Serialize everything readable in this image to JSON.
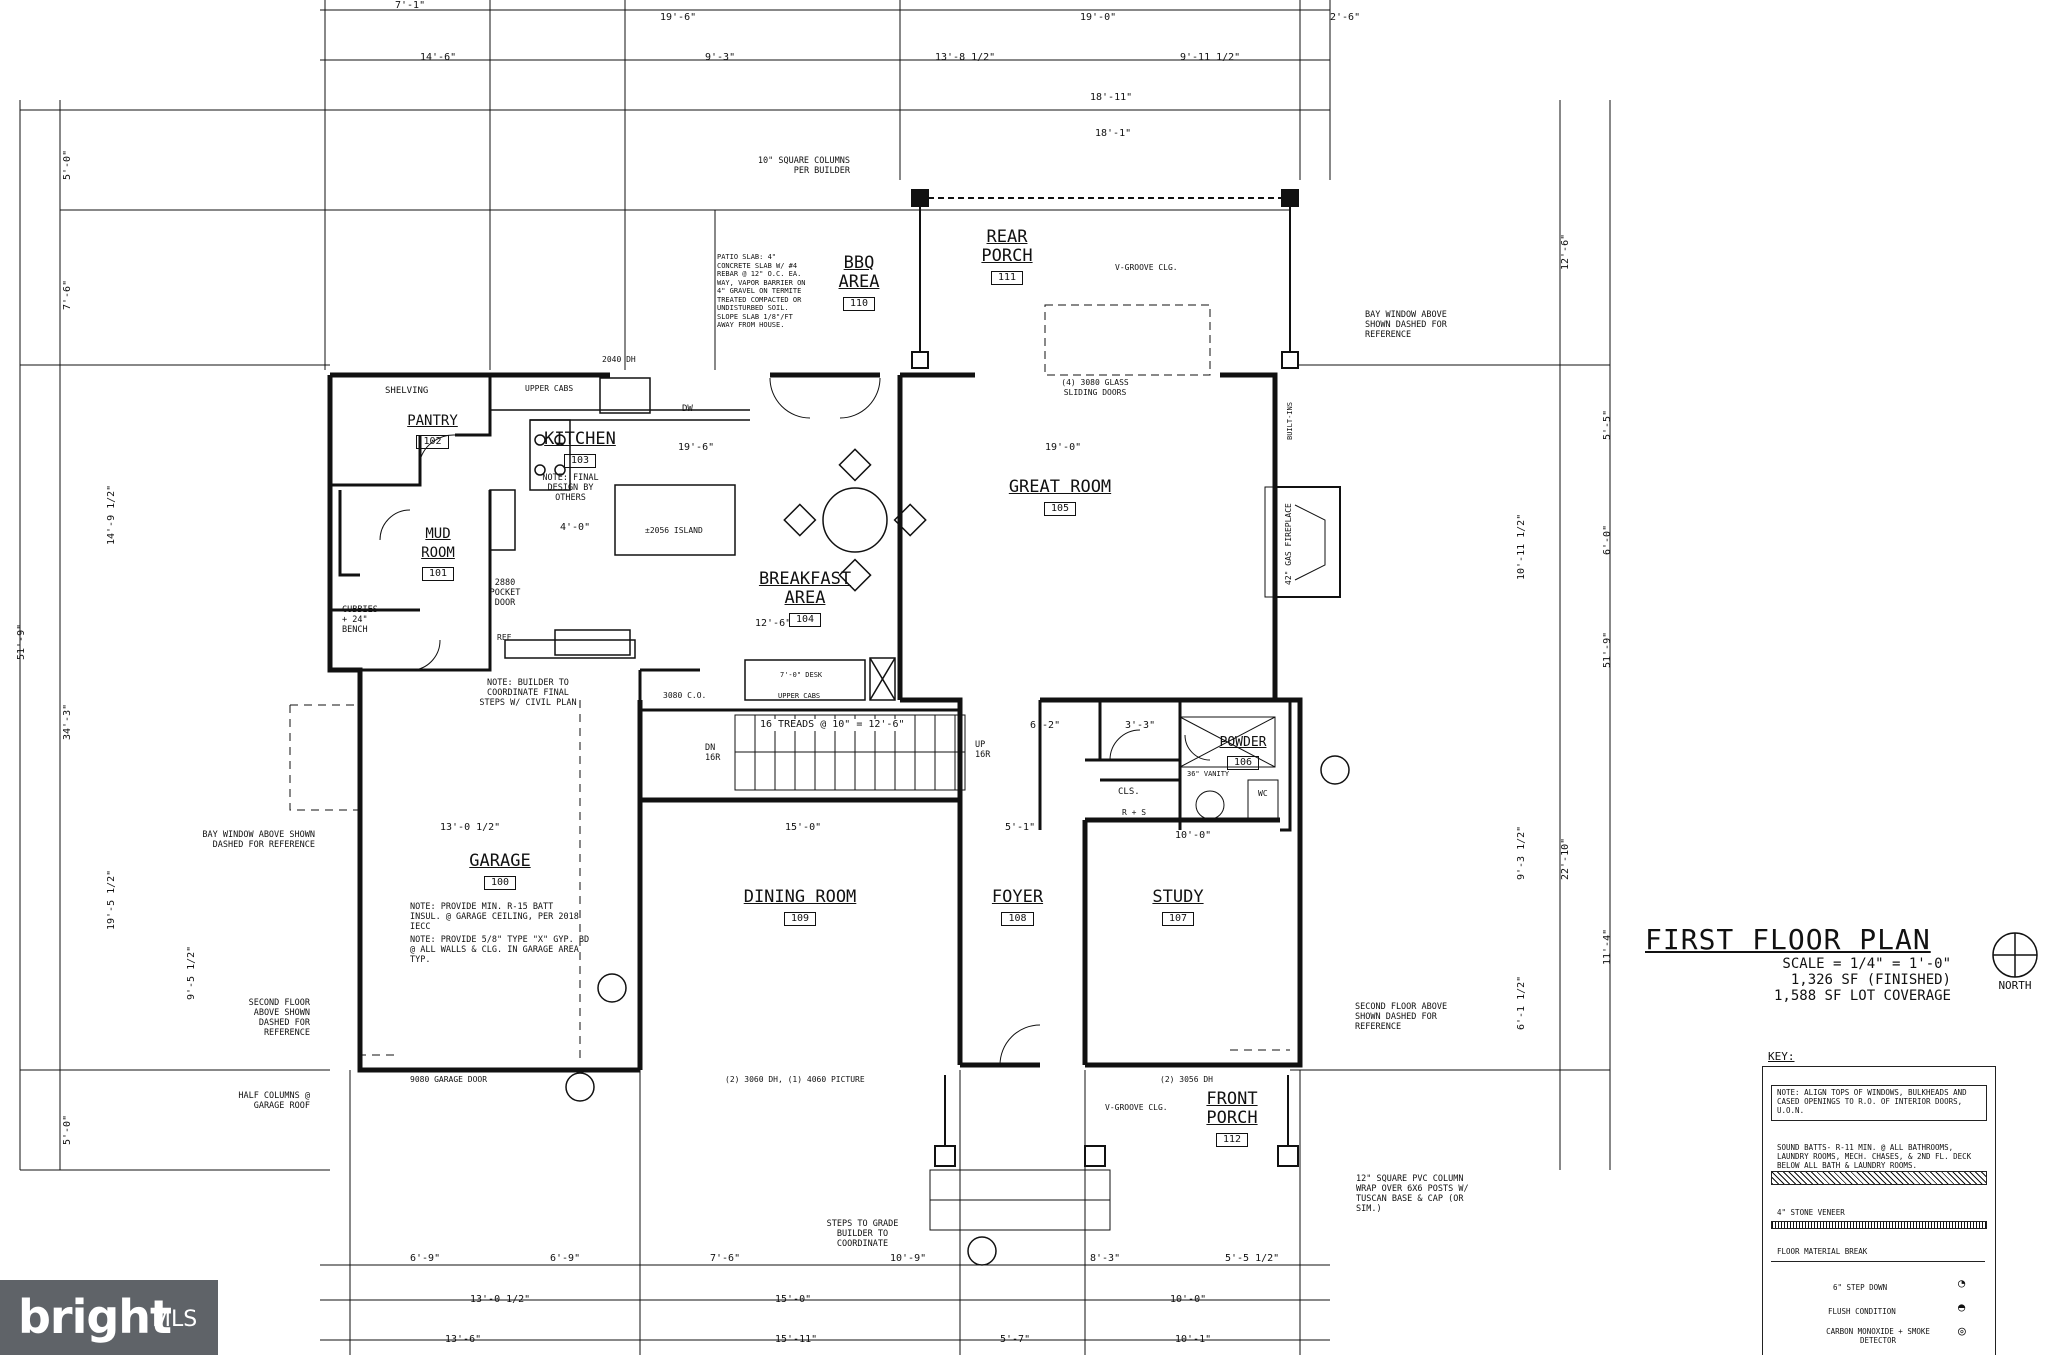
{
  "title": {
    "name": "FIRST FLOOR PLAN",
    "scale": "SCALE = 1/4\" = 1'-0\"",
    "finished_sf": "1,326 SF (FINISHED)",
    "lot_coverage": "1,588 SF LOT COVERAGE",
    "north": "NORTH"
  },
  "rooms": {
    "rear_porch": {
      "name": "REAR PORCH",
      "num": "111"
    },
    "bbq": {
      "name": "BBQ AREA",
      "num": "110"
    },
    "pantry": {
      "name": "PANTRY",
      "num": "102"
    },
    "kitchen": {
      "name": "KITCHEN",
      "num": "103"
    },
    "great_room": {
      "name": "GREAT ROOM",
      "num": "105"
    },
    "mud_room": {
      "name": "MUD ROOM",
      "num": "101"
    },
    "breakfast": {
      "name": "BREAKFAST AREA",
      "num": "104"
    },
    "powder": {
      "name": "POWDER",
      "num": "106"
    },
    "garage": {
      "name": "GARAGE",
      "num": "100"
    },
    "dining": {
      "name": "DINING ROOM",
      "num": "109"
    },
    "foyer": {
      "name": "FOYER",
      "num": "108"
    },
    "study": {
      "name": "STUDY",
      "num": "107"
    },
    "front_porch": {
      "name": "FRONT PORCH",
      "num": "112"
    }
  },
  "labels": {
    "shelving": "SHELVING",
    "upper_cabs": "UPPER CABS",
    "dw": "DW",
    "window_2040": "2040 DH",
    "glass_doors": "(4) 3080 GLASS SLIDING DOORS",
    "kitchen_note": "NOTE: FINAL DESIGN BY OTHERS",
    "island": "±2056 ISLAND",
    "pocket_door": "2880 POCKET DOOR",
    "cubbies": "CUBBIES + 24\" BENCH",
    "ref": "REF",
    "desk": "7'-0\" DESK",
    "upper_cabs_2": "UPPER CABS",
    "treads": "16 TREADS @ 10\" = 12'-6\"",
    "up_16r": "UP 16R",
    "dn_16r": "DN 16R",
    "co_3080": "3080 C.O.",
    "builder_note": "NOTE: BUILDER TO COORDINATE FINAL STEPS W/ CIVIL PLAN",
    "garage_note1": "NOTE: PROVIDE MIN. R-15 BATT INSUL. @ GARAGE CEILING, PER 2018 IECC",
    "garage_note2": "NOTE: PROVIDE 5/8\" TYPE \"X\" GYP. BD @ ALL WALLS & CLG. IN GARAGE AREA TYP.",
    "garage_door": "9080 GARAGE DOOR",
    "dh_picture": "(2) 3060 DH, (1) 4060 PICTURE",
    "dh_3056": "(2) 3056 DH",
    "v_groove": "V-GROOVE CLG.",
    "v_groove_front": "V-GROOVE CLG.",
    "fireplace": "42\" GAS FIREPLACE",
    "vanity": "36\" VANITY",
    "wc": "WC",
    "cls": "CLS.",
    "rs": "R + S",
    "built_ins": "BUILT-INS"
  },
  "callouts": {
    "columns": "10\" SQUARE COLUMNS PER BUILDER",
    "patio": "PATIO SLAB: 4\" CONCRETE SLAB W/ #4 REBAR @ 12\" O.C. EA. WAY, VAPOR BARRIER ON 4\" GRAVEL ON TERMITE TREATED COMPACTED OR UNDISTURBED SOIL. SLOPE SLAB 1/8\"/FT AWAY FROM HOUSE.",
    "bay_rear": "BAY WINDOW ABOVE SHOWN DASHED FOR REFERENCE",
    "bay_left": "BAY WINDOW ABOVE SHOWN DASHED FOR REFERENCE",
    "second_floor_left": "SECOND FLOOR ABOVE SHOWN DASHED FOR REFERENCE",
    "second_floor_right": "SECOND FLOOR ABOVE SHOWN DASHED FOR REFERENCE",
    "half_columns": "HALF COLUMNS @ GARAGE ROOF",
    "pvc_wrap": "12\" SQUARE PVC COLUMN WRAP OVER 6X6 POSTS W/ TUSCAN BASE & CAP (OR SIM.)",
    "steps": "STEPS TO GRADE BUILDER TO COORDINATE"
  },
  "dims_top": [
    "7'-1\"",
    "19'-6\"",
    "19'-0\"",
    "2'-6\"",
    "14'-6\"",
    "9'-3\"",
    "13'-8 1/2\"",
    "9'-11 1/2\"",
    "18'-11\"",
    "18'-1\""
  ],
  "dims_bottom": [
    "6'-9\"",
    "6'-9\"",
    "7'-6\"",
    "10'-9\"",
    "8'-3\"",
    "5'-5 1/2\"",
    "13'-0 1/2\"",
    "15'-0\"",
    "10'-0\"",
    "13'-6\"",
    "15'-11\"",
    "5'-7\"",
    "10'-1\""
  ],
  "dims_left": [
    "5'-0\"",
    "7'-6\"",
    "14'-9 1/2\"",
    "34'-3\"",
    "51'-9\"",
    "19'-5 1/2\"",
    "9'-5 1/2\"",
    "5'-0\""
  ],
  "dims_right": [
    "12'-6\"",
    "5'-5\"",
    "10'-11 1/2\"",
    "6'-0\"",
    "51'-9\"",
    "22'-10\"",
    "9'-3 1/2\"",
    "11'-4\"",
    "6'-1 1/2\""
  ],
  "dims_interior": [
    "19'-6\"",
    "19'-0\"",
    "12'-6\"",
    "13'-0 1/2\"",
    "15'-0\"",
    "5'-1\"",
    "10'-0\"",
    "6'-2\"",
    "4'-0\"",
    "3'-3\""
  ],
  "key": {
    "title": "KEY:",
    "note": "NOTE: ALIGN TOPS OF WINDOWS, BULKHEADS AND CASED OPENINGS TO R.O. OF INTERIOR DOORS, U.O.N.",
    "sound": "SOUND BATTS- R-11 MIN. @ ALL BATHROOMS, LAUNDRY ROOMS, MECH. CHASES, & 2ND FL. DECK BELOW ALL BATH & LAUNDRY ROOMS.",
    "stone": "4\" STONE VENEER",
    "break": "FLOOR MATERIAL BREAK",
    "step": "6\" STEP DOWN",
    "flush": "FLUSH CONDITION",
    "co": "CARBON MONOXIDE + SMOKE DETECTOR"
  },
  "logo": {
    "brand": "bright",
    "suffix": "MLS"
  },
  "colors": {
    "ink": "#111111",
    "logo_bg": "#5f6368"
  }
}
